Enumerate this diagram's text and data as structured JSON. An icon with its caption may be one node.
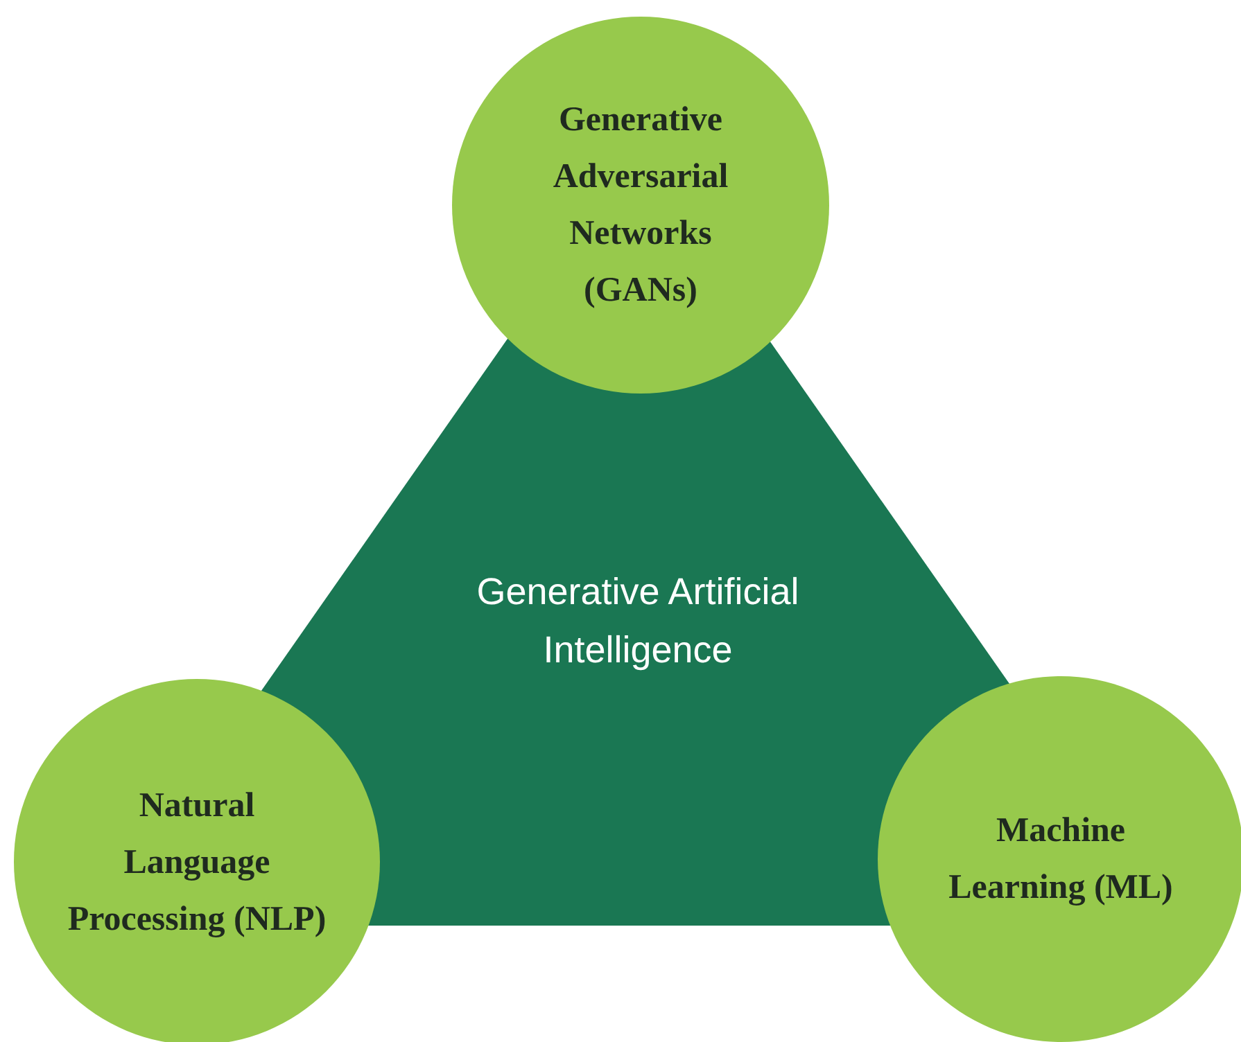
{
  "diagram": {
    "nodes": [
      {
        "text": [
          "Generative Artificial Intelligence"
        ]
      },
      {
        "text": [
          "Generative Adversarial Networks (GANs)"
        ]
      },
      {
        "text": [
          "Natural Language Processing (NLP)"
        ]
      },
      {
        "text": [
          "Machine Learning (ML)"
        ]
      }
    ]
  }
}
